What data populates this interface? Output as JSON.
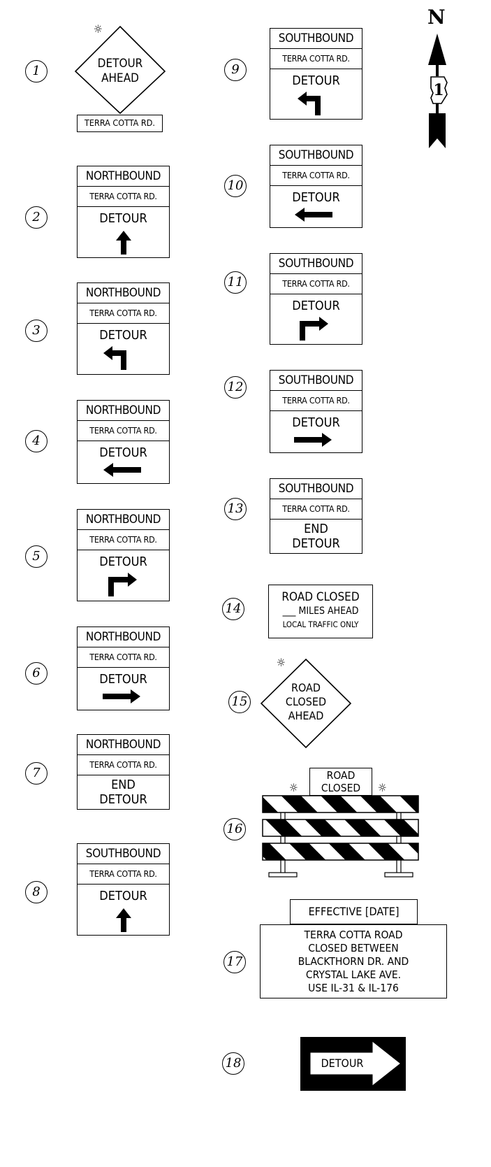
{
  "sign_numbers": [
    "1",
    "2",
    "3",
    "4",
    "5",
    "6",
    "7",
    "8",
    "9",
    "10",
    "11",
    "12",
    "13",
    "14",
    "15",
    "16",
    "17",
    "18"
  ],
  "north_arrow": {
    "label": "N",
    "route_shield": "1",
    "icon": "north-arrow-icon"
  },
  "sign1": {
    "lines": [
      "DETOUR",
      "AHEAD"
    ],
    "plaque": "TERRA COTTA RD.",
    "light_icon": "warning-light-icon"
  },
  "northbound_signs": [
    {
      "direction": "NORTHBOUND",
      "road": "TERRA COTTA RD.",
      "label": "DETOUR",
      "arrow": "up"
    },
    {
      "direction": "NORTHBOUND",
      "road": "TERRA COTTA RD.",
      "label": "DETOUR",
      "arrow": "turn-left"
    },
    {
      "direction": "NORTHBOUND",
      "road": "TERRA COTTA RD.",
      "label": "DETOUR",
      "arrow": "left"
    },
    {
      "direction": "NORTHBOUND",
      "road": "TERRA COTTA RD.",
      "label": "DETOUR",
      "arrow": "turn-right"
    },
    {
      "direction": "NORTHBOUND",
      "road": "TERRA COTTA RD.",
      "label": "DETOUR",
      "arrow": "right"
    },
    {
      "direction": "NORTHBOUND",
      "road": "TERRA COTTA RD.",
      "label": "END",
      "label2": "DETOUR"
    },
    {
      "direction": "SOUTHBOUND",
      "road": "TERRA COTTA RD.",
      "label": "DETOUR",
      "arrow": "up"
    }
  ],
  "southbound_signs": [
    {
      "direction": "SOUTHBOUND",
      "road": "TERRA COTTA RD.",
      "label": "DETOUR",
      "arrow": "turn-left"
    },
    {
      "direction": "SOUTHBOUND",
      "road": "TERRA COTTA RD.",
      "label": "DETOUR",
      "arrow": "left"
    },
    {
      "direction": "SOUTHBOUND",
      "road": "TERRA COTTA RD.",
      "label": "DETOUR",
      "arrow": "turn-right"
    },
    {
      "direction": "SOUTHBOUND",
      "road": "TERRA COTTA RD.",
      "label": "DETOUR",
      "arrow": "right"
    },
    {
      "direction": "SOUTHBOUND",
      "road": "TERRA COTTA RD.",
      "label": "END",
      "label2": "DETOUR"
    }
  ],
  "sign14": {
    "line1": "ROAD CLOSED",
    "line2": "___ MILES AHEAD",
    "line3": "LOCAL TRAFFIC ONLY"
  },
  "sign15": {
    "lines": [
      "ROAD",
      "CLOSED",
      "AHEAD"
    ],
    "light_icon": "warning-light-icon"
  },
  "sign16": {
    "lines": [
      "ROAD",
      "CLOSED"
    ],
    "barricade_icon": "type-iii-barricade-icon"
  },
  "sign17": {
    "header": "EFFECTIVE [DATE]",
    "lines": [
      "TERRA COTTA ROAD",
      "CLOSED BETWEEN",
      "BLACKTHORN DR. AND",
      "CRYSTAL LAKE AVE.",
      "USE IL-31 & IL-176"
    ]
  },
  "sign18": {
    "label": "DETOUR",
    "icon": "arrow-right-icon"
  }
}
